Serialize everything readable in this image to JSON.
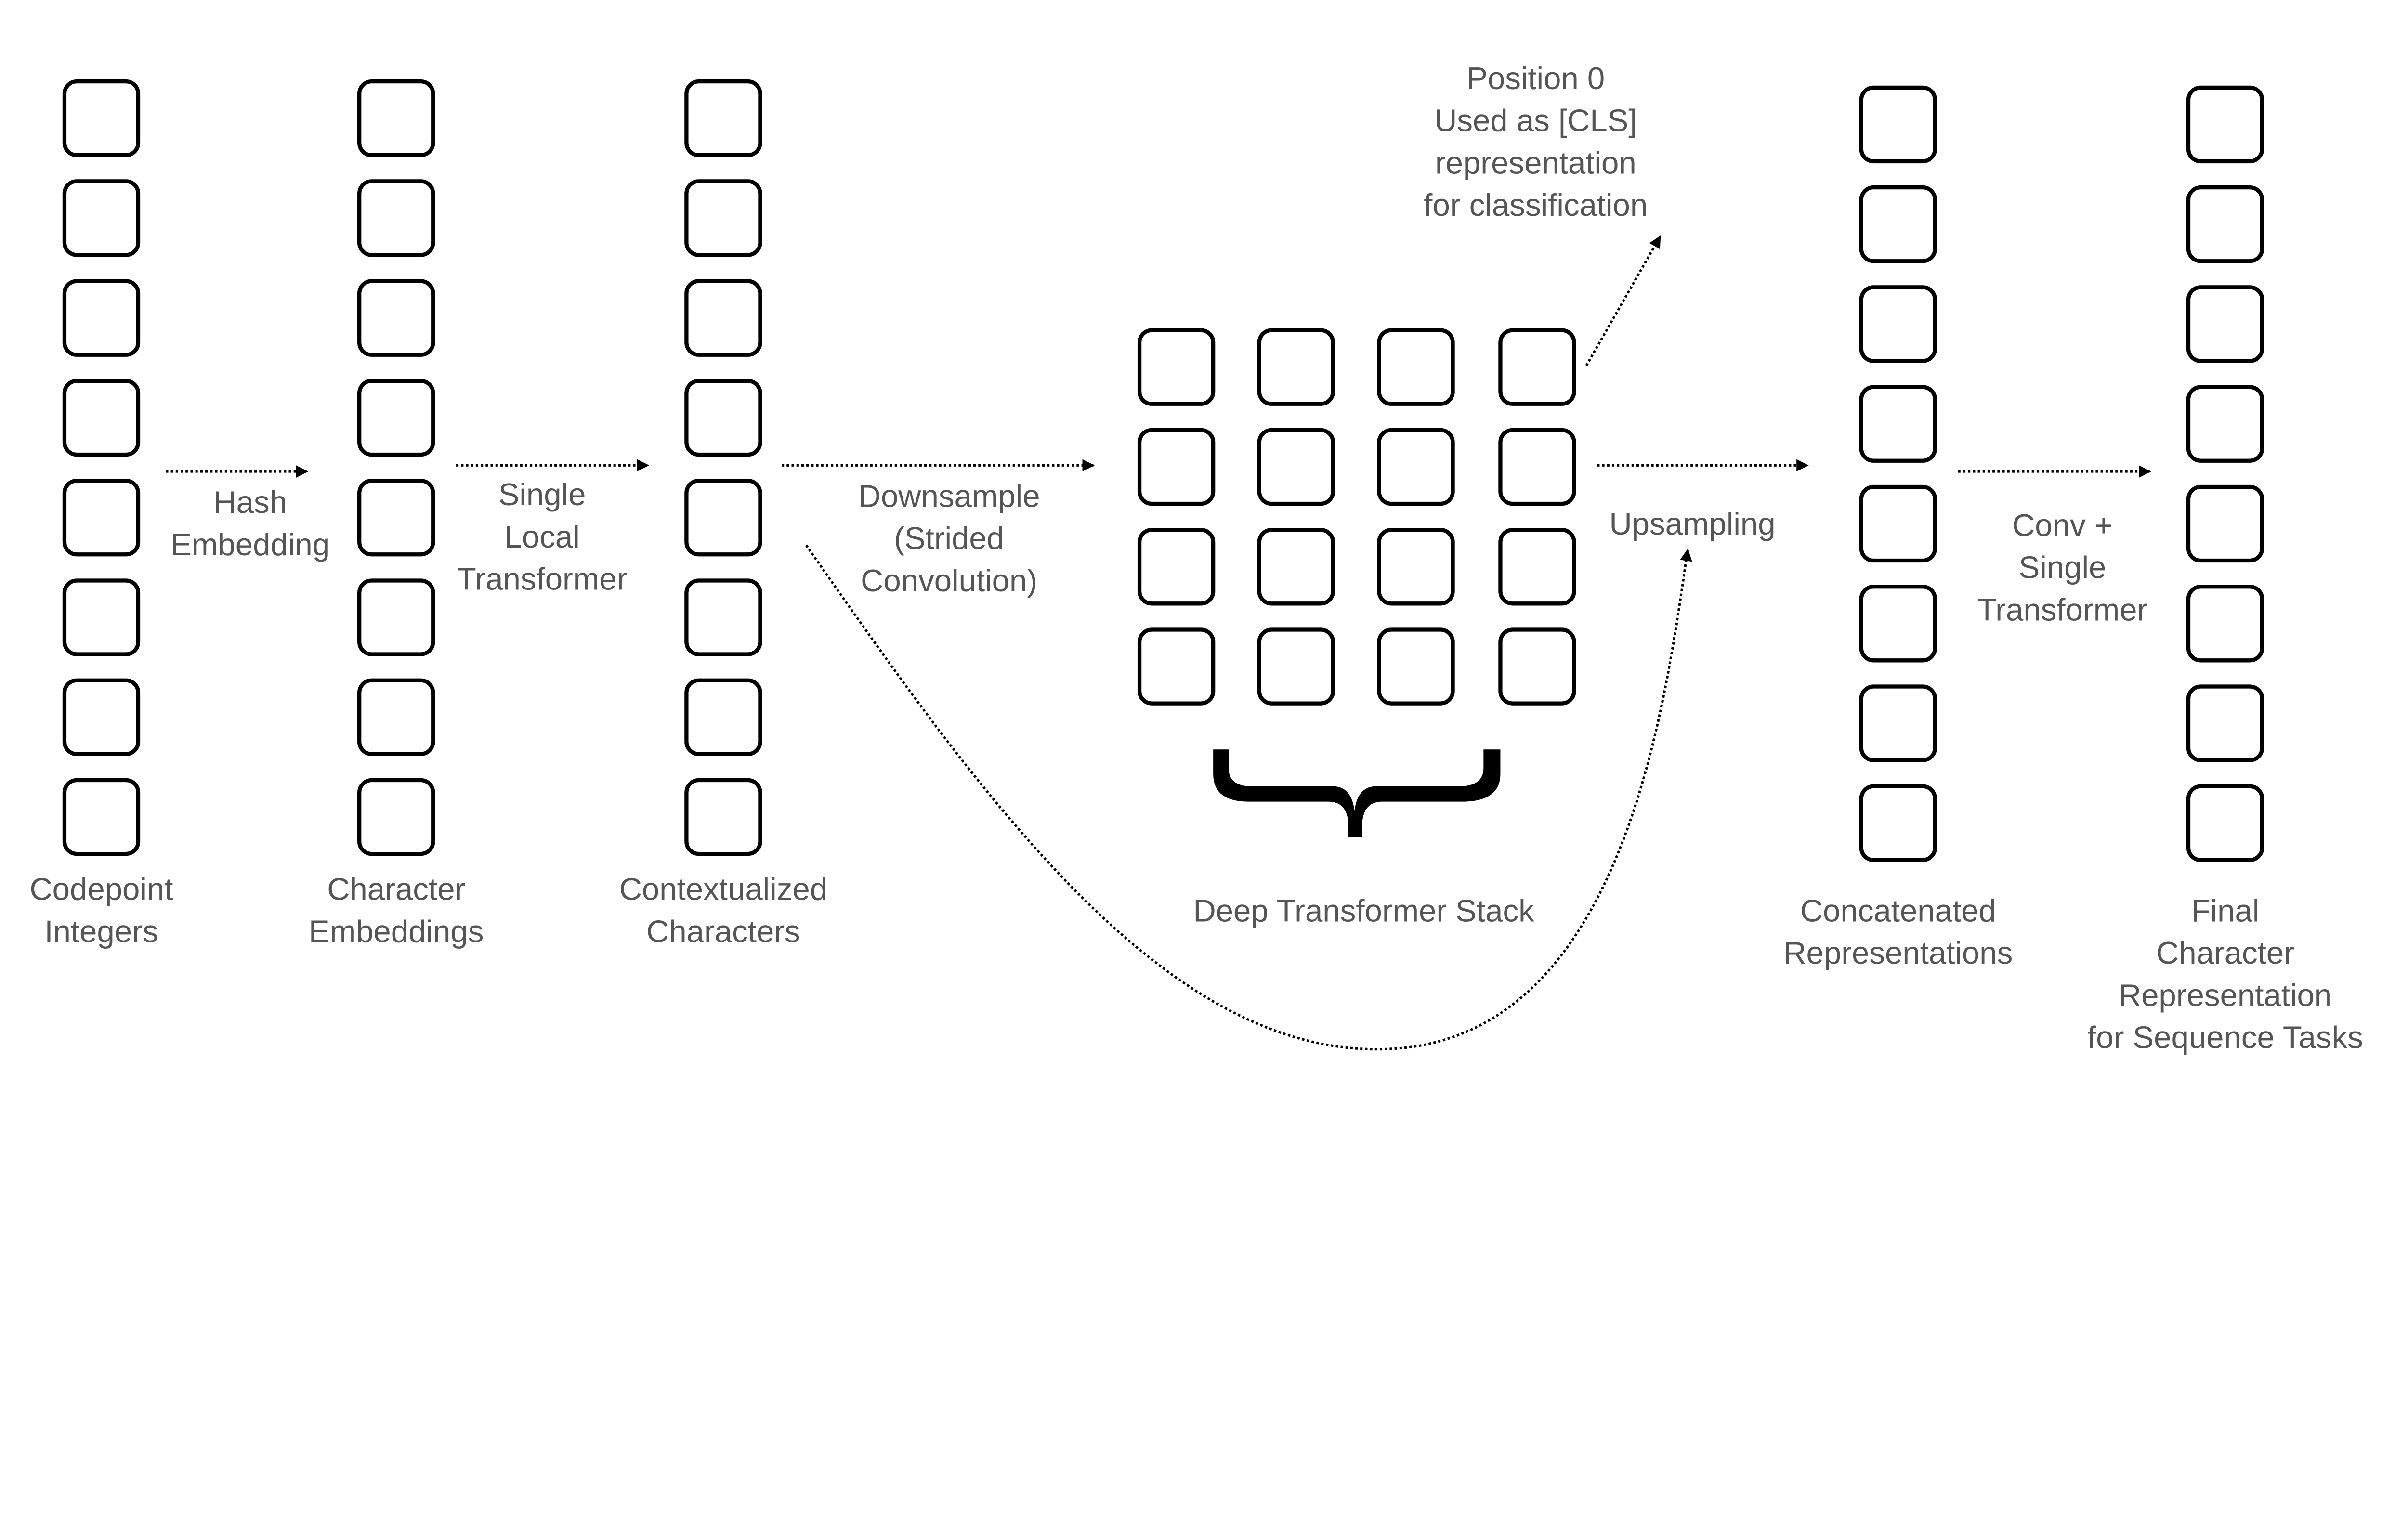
{
  "columns": [
    {
      "label_lines": [
        "Codepoint",
        "Integers"
      ]
    },
    {
      "label_lines": [
        "Character",
        "Embeddings"
      ]
    },
    {
      "label_lines": [
        "Contextualized",
        "Characters"
      ]
    },
    {
      "label_lines": [
        "Concatenated",
        "Representations"
      ]
    },
    {
      "label_lines": [
        "Final",
        "Character",
        "Representation",
        "for Sequence Tasks"
      ]
    }
  ],
  "column_box_count": 8,
  "stack": {
    "rows": 4,
    "cols": 4,
    "label": "Deep Transformer Stack"
  },
  "arrows": {
    "hash_embedding": [
      "Hash",
      "Embedding"
    ],
    "single_local_transformer": [
      "Single",
      "Local",
      "Transformer"
    ],
    "downsample": [
      "Downsample",
      "(Strided",
      "Convolution)"
    ],
    "upsampling": [
      "Upsampling"
    ],
    "conv_single_transformer": [
      "Conv +",
      "Single",
      "Transformer"
    ]
  },
  "cls_note": [
    "Position 0",
    "Used as [CLS]",
    "representation",
    "for classification"
  ]
}
